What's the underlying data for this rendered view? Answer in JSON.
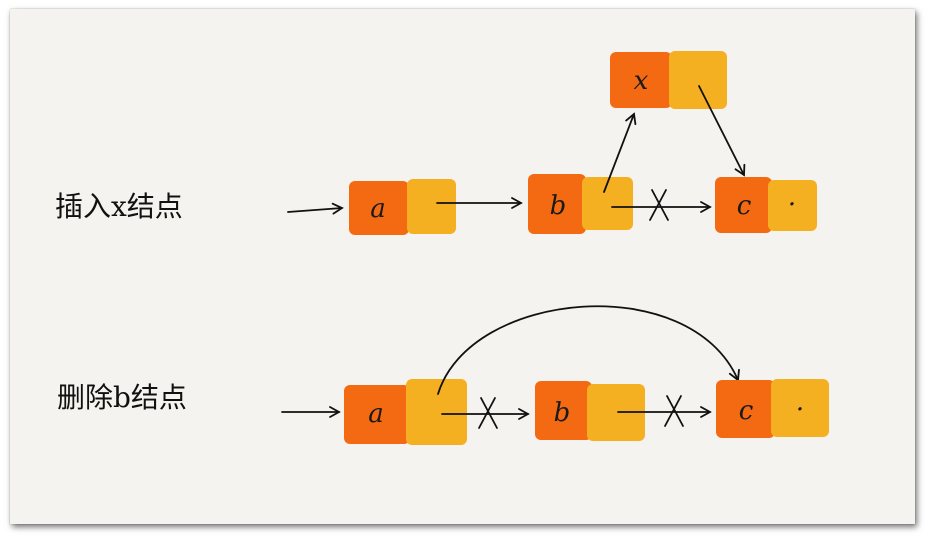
{
  "rows": {
    "insert": {
      "label": "插入x结点"
    },
    "delete": {
      "label": "删除b结点"
    }
  },
  "nodes": {
    "insert_a": {
      "value": "a"
    },
    "insert_b": {
      "value": "b"
    },
    "insert_x": {
      "value": "x"
    },
    "insert_c": {
      "value": "c"
    },
    "insert_c_ptr": {
      "value": "·"
    },
    "delete_a": {
      "value": "a"
    },
    "delete_b": {
      "value": "b"
    },
    "delete_c": {
      "value": "c"
    },
    "delete_c_ptr": {
      "value": "·"
    }
  },
  "colors": {
    "value_cell": "#f36a12",
    "pointer_cell": "#f5b022",
    "background": "#f4f3ef"
  }
}
